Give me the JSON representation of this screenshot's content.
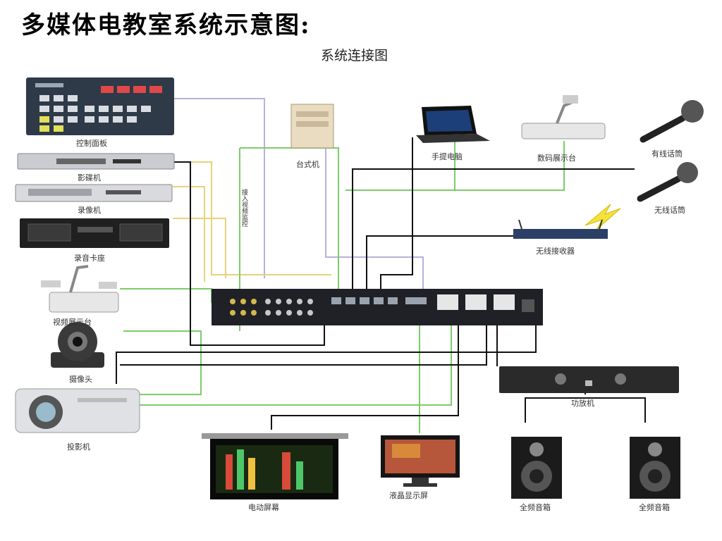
{
  "slide": {
    "title": "多媒体电教室系统示意图:"
  },
  "diagram": {
    "title": "系统连接图",
    "labels": {
      "control_panel": "控制面板",
      "vcd_player": "影碟机",
      "vcr": "录像机",
      "cassette_deck": "录音卡座",
      "video_presenter": "视频展示台",
      "camera": "摄像头",
      "projector": "投影机",
      "desktop_pc": "台式机",
      "laptop": "手提电脑",
      "digital_presenter": "数码展示台",
      "wired_mic": "有线话筒",
      "wireless_mic": "无线话筒",
      "wireless_receiver": "无线接收器",
      "amplifier": "功放机",
      "electric_screen": "电动屏幕",
      "lcd_monitor": "液晶显示屏",
      "speaker_left": "全频音箱",
      "speaker_right": "全频音箱",
      "vertical_note": "接入视频监控"
    }
  }
}
